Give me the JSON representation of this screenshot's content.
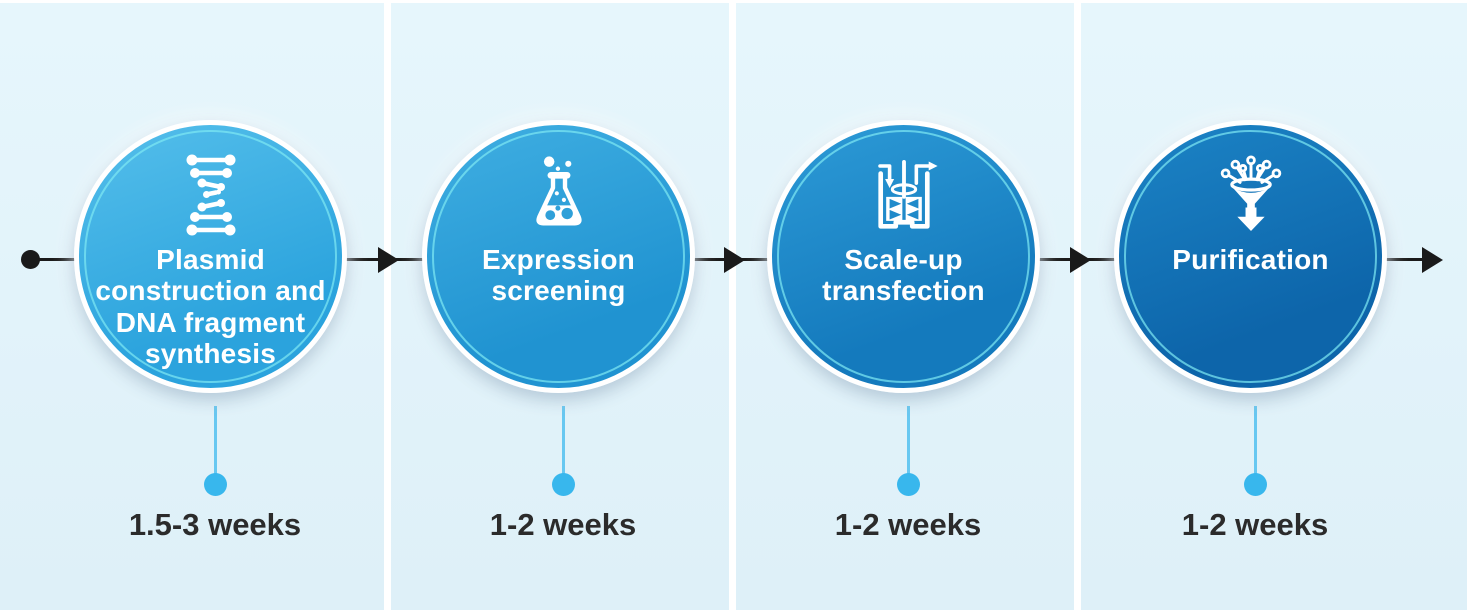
{
  "diagram": {
    "type": "process-timeline",
    "flow_direction": "left-to-right",
    "steps": [
      {
        "order": 1,
        "title": "Plasmid\nconstruction and\nDNA fragment\nsynthesis",
        "duration": "1.5-3 weeks",
        "icon": "dna-helix-icon",
        "circle_color_top": "#55bfeb",
        "circle_color_bottom": "#2ba3dd"
      },
      {
        "order": 2,
        "title": "Expression\nscreening",
        "duration": "1-2 weeks",
        "icon": "flask-icon",
        "circle_color_top": "#40afe2",
        "circle_color_bottom": "#2093d1"
      },
      {
        "order": 3,
        "title": "Scale-up\ntransfection",
        "duration": "1-2 weeks",
        "icon": "bioreactor-icon",
        "circle_color_top": "#2d9bd7",
        "circle_color_bottom": "#147abd"
      },
      {
        "order": 4,
        "title": "Purification",
        "duration": "1-2 weeks",
        "icon": "funnel-icon",
        "circle_color_top": "#1c84c6",
        "circle_color_bottom": "#0d65aa"
      }
    ],
    "colors": {
      "panel_background": "#e2f3fa",
      "page_background": "#ffffff",
      "flow_line": "#1a1a1a",
      "timeline_stem": "#67c8f1",
      "timeline_dot": "#38b7ed",
      "inner_ring": "#7de8f2",
      "step_title_text": "#ffffff",
      "duration_text": "#2b2b2b"
    }
  }
}
